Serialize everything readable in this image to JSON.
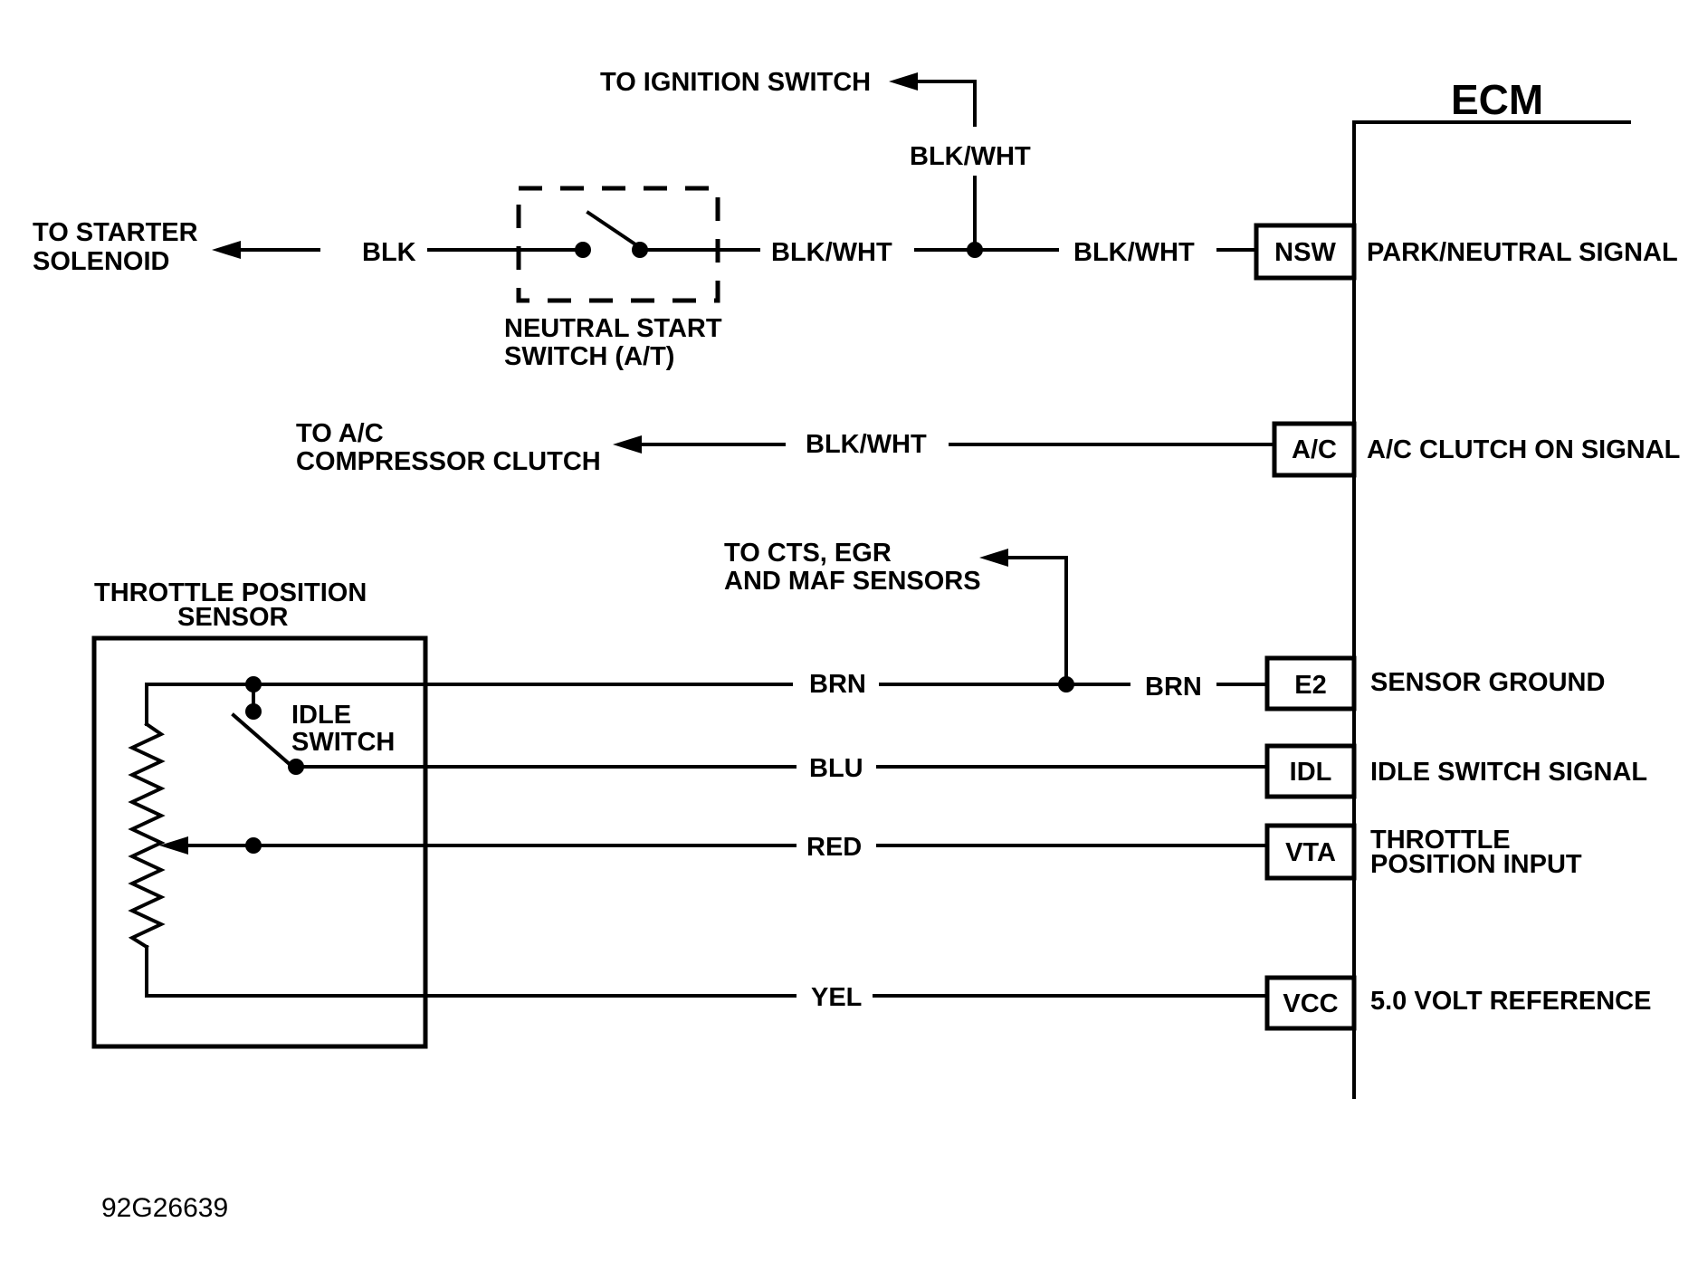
{
  "ecm": {
    "title": "ECM",
    "pins": [
      {
        "code": "NSW",
        "signal": "PARK/NEUTRAL SIGNAL"
      },
      {
        "code": "A/C",
        "signal": "A/C CLUTCH ON SIGNAL"
      },
      {
        "code": "E2",
        "signal": "SENSOR GROUND"
      },
      {
        "code": "IDL",
        "signal": "IDLE SWITCH SIGNAL"
      },
      {
        "code": "VTA",
        "signal_lines": [
          "THROTTLE",
          "POSITION INPUT"
        ]
      },
      {
        "code": "VCC",
        "signal": "5.0 VOLT REFERENCE"
      }
    ]
  },
  "wires": {
    "starter": "BLK",
    "switch_out": "BLK/WHT",
    "ignition": "BLK/WHT",
    "nsw": "BLK/WHT",
    "ac": "BLK/WHT",
    "brn_sensor": "BRN",
    "brn_ecm": "BRN",
    "blu": "BLU",
    "red": "RED",
    "yel": "YEL"
  },
  "destinations": {
    "starter_lines": [
      "TO STARTER",
      "SOLENOID"
    ],
    "ignition": "TO IGNITION SWITCH",
    "ac_lines": [
      "TO A/C",
      "COMPRESSOR CLUTCH"
    ],
    "sensors_lines": [
      "TO CTS, EGR",
      "AND MAF SENSORS"
    ]
  },
  "components": {
    "neutral_switch_lines": [
      "NEUTRAL START",
      "SWITCH (A/T)"
    ],
    "tps_lines": [
      "THROTTLE POSITION",
      "SENSOR"
    ],
    "idle_switch_lines": [
      "IDLE",
      "SWITCH"
    ]
  },
  "figure_id": "92G26639"
}
